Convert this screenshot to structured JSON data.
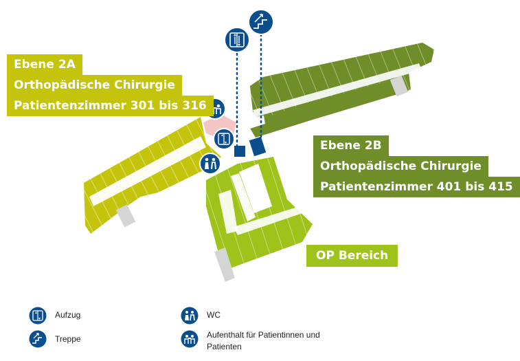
{
  "labels": {
    "wing_a": [
      "Ebene 2A",
      "Orthopädische Chirurgie",
      "Patientenzimmer 301 bis 316"
    ],
    "wing_b": [
      "Ebene 2B",
      "Orthopädische Chirurgie",
      "Patientenzimmer 401 bis 415"
    ],
    "op": "OP Bereich"
  },
  "legend": [
    {
      "icon": "elevator-icon",
      "label": "Aufzug"
    },
    {
      "icon": "stairs-icon",
      "label": "Treppe"
    },
    {
      "icon": "wc-icon",
      "label": "WC"
    },
    {
      "icon": "lounge-icon",
      "label": "Aufenthalt für Patientinnen und Patienten"
    }
  ],
  "colors": {
    "wing_a": "#c3c40b",
    "wing_b": "#6f8e2a",
    "op": "#9fc31b",
    "icon_blue": "#0b4e8e",
    "lounge_area": "#f3c5c5"
  }
}
